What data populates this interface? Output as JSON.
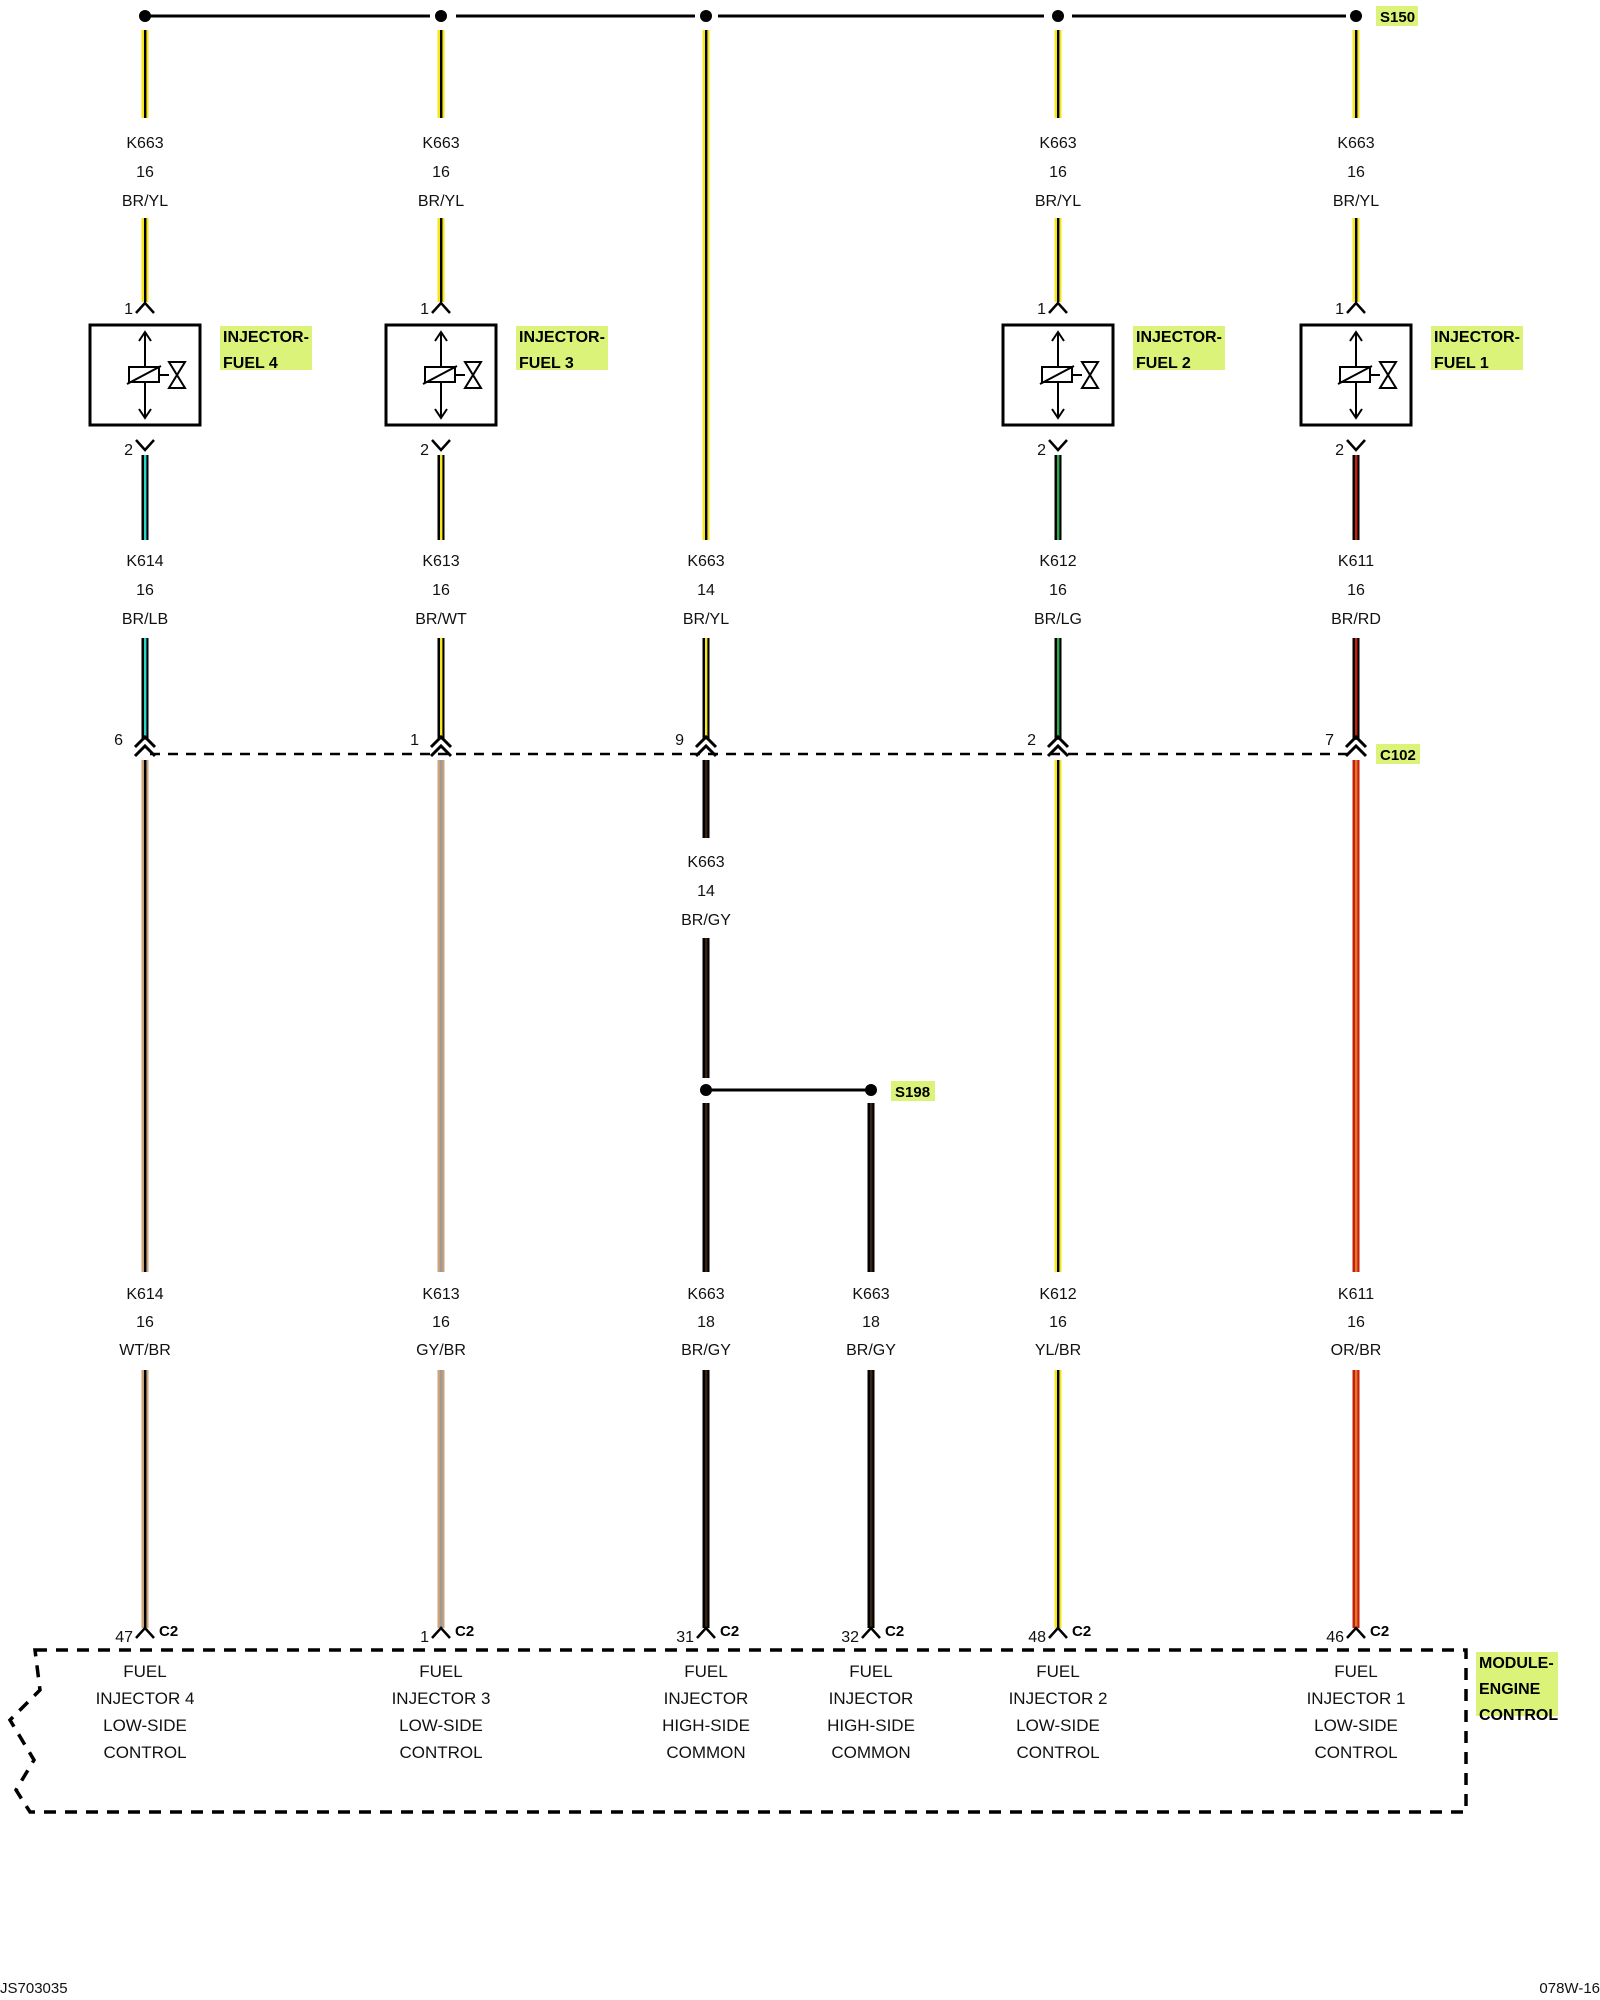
{
  "colors": {
    "highlight": "#dcf37a",
    "YL": "#f6e61a",
    "BR": "#3a2410",
    "LB": "#2ed3c8",
    "WT": "#ffffff",
    "LG": "#2fa84a",
    "RD": "#c81e12",
    "GY": "#9a9a9a",
    "OR": "#e07a1f",
    "TAN": "#c9a27a",
    "LINE": "#000000"
  },
  "splices": [
    {
      "name": "s150",
      "label": "S150"
    },
    {
      "name": "s198",
      "label": "S198"
    }
  ],
  "connectors": {
    "c102": "C102",
    "c2": "C2"
  },
  "components": [
    {
      "name": "injector-fuel-4",
      "line1": "INJECTOR-",
      "line2": "FUEL 4",
      "pin_in": "1",
      "pin_out": "2"
    },
    {
      "name": "injector-fuel-3",
      "line1": "INJECTOR-",
      "line2": "FUEL 3",
      "pin_in": "1",
      "pin_out": "2"
    },
    {
      "name": "injector-fuel-2",
      "line1": "INJECTOR-",
      "line2": "FUEL 2",
      "pin_in": "1",
      "pin_out": "2"
    },
    {
      "name": "injector-fuel-1",
      "line1": "INJECTOR-",
      "line2": "FUEL 1",
      "pin_in": "1",
      "pin_out": "2"
    }
  ],
  "wire_labels": {
    "top": [
      {
        "circuit": "K663",
        "gauge": "16",
        "color": "BR/YL"
      },
      {
        "circuit": "K663",
        "gauge": "16",
        "color": "BR/YL"
      },
      {
        "circuit": "K663",
        "gauge": "16",
        "color": "BR/YL"
      },
      {
        "circuit": "K663",
        "gauge": "16",
        "color": "BR/YL"
      }
    ],
    "mid": [
      {
        "circuit": "K614",
        "gauge": "16",
        "color": "BR/LB"
      },
      {
        "circuit": "K613",
        "gauge": "16",
        "color": "BR/WT"
      },
      {
        "circuit": "K663",
        "gauge": "14",
        "color": "BR/YL"
      },
      {
        "circuit": "K612",
        "gauge": "16",
        "color": "BR/LG"
      },
      {
        "circuit": "K611",
        "gauge": "16",
        "color": "BR/RD"
      }
    ],
    "c102_pins": [
      "6",
      "1",
      "9",
      "2",
      "7"
    ],
    "below_c102": {
      "circuit": "K663",
      "gauge": "14",
      "color": "BR/GY"
    },
    "bottom": [
      {
        "circuit": "K614",
        "gauge": "16",
        "color": "WT/BR"
      },
      {
        "circuit": "K613",
        "gauge": "16",
        "color": "GY/BR"
      },
      {
        "circuit": "K663",
        "gauge": "18",
        "color": "BR/GY"
      },
      {
        "circuit": "K663",
        "gauge": "18",
        "color": "BR/GY"
      },
      {
        "circuit": "K612",
        "gauge": "16",
        "color": "YL/BR"
      },
      {
        "circuit": "K611",
        "gauge": "16",
        "color": "OR/BR"
      }
    ],
    "c2_pins": [
      "47",
      "1",
      "31",
      "32",
      "48",
      "46"
    ]
  },
  "module": {
    "label_lines": [
      "MODULE-",
      "ENGINE",
      "CONTROL"
    ],
    "terminals": [
      [
        "FUEL",
        "INJECTOR 4",
        "LOW-SIDE",
        "CONTROL"
      ],
      [
        "FUEL",
        "INJECTOR 3",
        "LOW-SIDE",
        "CONTROL"
      ],
      [
        "FUEL",
        "INJECTOR",
        "HIGH-SIDE",
        "COMMON"
      ],
      [
        "FUEL",
        "INJECTOR",
        "HIGH-SIDE",
        "COMMON"
      ],
      [
        "FUEL",
        "INJECTOR 2",
        "LOW-SIDE",
        "CONTROL"
      ],
      [
        "FUEL",
        "INJECTOR 1",
        "LOW-SIDE",
        "CONTROL"
      ]
    ]
  },
  "footer": {
    "left": "JS703035",
    "right": "078W-16"
  }
}
